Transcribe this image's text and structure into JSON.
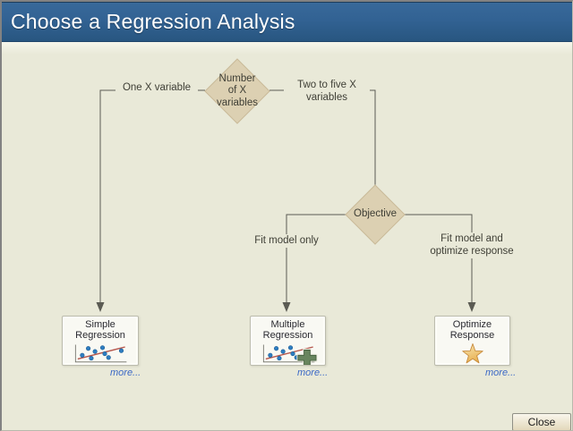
{
  "window": {
    "title": "Choose a Regression Analysis",
    "close_label": "Close"
  },
  "flowchart": {
    "diamonds": {
      "number_of_x": "Number\nof X\nvariables",
      "objective": "Objective"
    },
    "branch_labels": {
      "one_x": "One X variable",
      "two_to_five": "Two to five X\nvariables",
      "fit_model_only": "Fit model only",
      "fit_model_optimize": "Fit model and\noptimize response"
    },
    "boxes": [
      {
        "title": "Simple\nRegression",
        "more_label": "more...",
        "icon": "scatter-plot-icon"
      },
      {
        "title": "Multiple\nRegression",
        "more_label": "more...",
        "icon": "scatter-plot-plus-icon"
      },
      {
        "title": "Optimize\nResponse",
        "more_label": "more...",
        "icon": "star-icon"
      }
    ]
  },
  "colors": {
    "window_border": "#828282",
    "titlebar_top": "#38699a",
    "titlebar_mid": "#326293",
    "titlebar_bottom": "#285680",
    "content_bg": "#e9e9d8",
    "content_top_strip": "#f6f6eb",
    "diamond_fill": "#dcd0b2",
    "diamond_border": "#c9ba98",
    "label_text": "#3e3e35",
    "connector": "#5b5b53",
    "box_bg": "#f9f9f3",
    "box_border": "#bcbcae",
    "box_title": "#2a2a31",
    "link": "#3c69c6",
    "axis": "#6e6e66",
    "dot_fill": "#2d7dc1",
    "dot_stroke": "#1b5a90",
    "trend": "#b5564c",
    "plus_fill": "#68855e",
    "plus_stroke": "#3c5838",
    "plus_outline": "#ececdf",
    "star_light": "#f8e7b4",
    "star_dark": "#e9b254",
    "star_stroke": "#c6893a",
    "button_top": "#f9f6ec",
    "button_bottom": "#e3d8bb",
    "button_border": "#8f8f85",
    "button_text": "#1c1c1c"
  }
}
